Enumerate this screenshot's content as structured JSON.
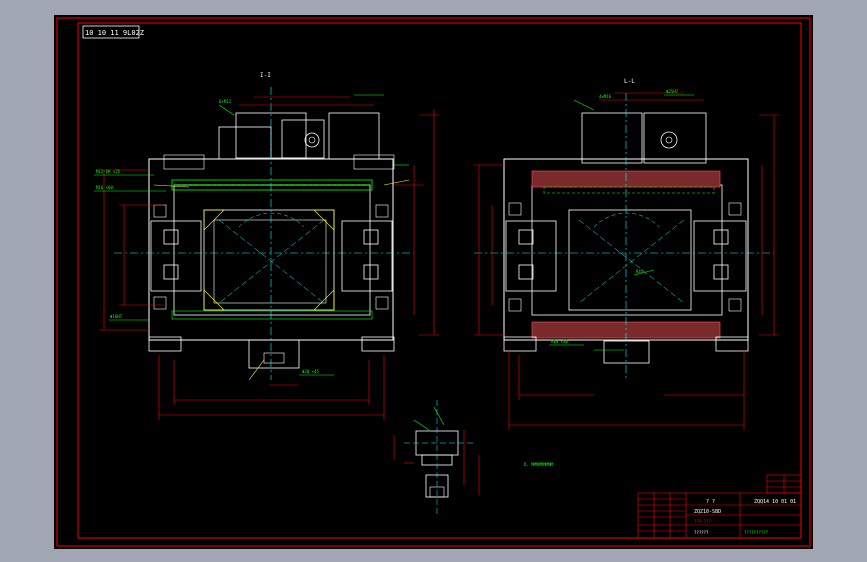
{
  "drawing": {
    "corner_code": "10 10 11 9L02Z",
    "view_left_label": "I-I",
    "view_right_label": "L-L",
    "detail_note": "D. MMMMMMMMM"
  },
  "title_block": {
    "part_name": "? ?",
    "drawing_number": "ZQZ10-SBD",
    "project_code": "ZQQ14 10 01 01",
    "scale_text": "??? ???",
    "sheet_text": "??????",
    "company_text": "??????????"
  },
  "colors": {
    "background": "#000000",
    "frame": "#ff0000",
    "geometry": "#ffffff",
    "centerline": "#00ffff",
    "dimension": "#ff0000",
    "annotation": "#00ff00",
    "leader": "#ffff00"
  }
}
